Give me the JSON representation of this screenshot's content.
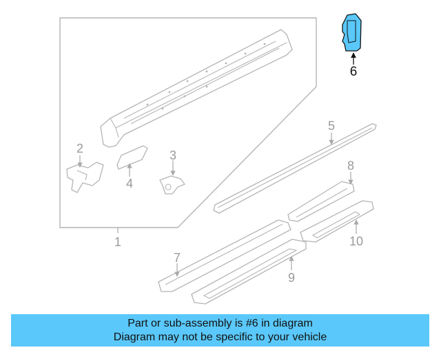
{
  "diagram": {
    "callouts": {
      "c1": "1",
      "c2": "2",
      "c3": "3",
      "c4": "4",
      "c5": "5",
      "c6": "6",
      "c7": "7",
      "c8": "8",
      "c9": "9",
      "c10": "10"
    },
    "highlight_color": "#5ac8fa",
    "highlighted_part": "6"
  },
  "banner": {
    "line1": "Part or sub-assembly is #6 in diagram",
    "line2": "Diagram may not be specific to your vehicle",
    "background": "#5ac8fa"
  }
}
